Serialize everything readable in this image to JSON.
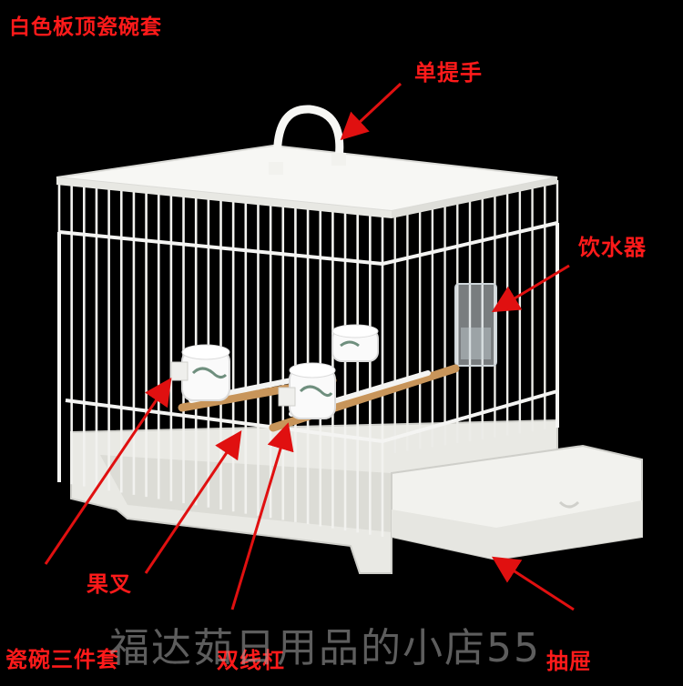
{
  "title": "白色板顶瓷碗套",
  "callouts": {
    "handle": "单提手",
    "water_feeder": "饮水器",
    "fruit_fork": "果叉",
    "bowl_set": "瓷碗三件套",
    "double_perch": "双线杠",
    "drawer": "抽屉"
  },
  "watermark": "福达茹日用品的小店55",
  "colors": {
    "background": "#000000",
    "label": "#ff1a1a",
    "cage": "#f4f4f2",
    "perch": "#c8955a"
  }
}
